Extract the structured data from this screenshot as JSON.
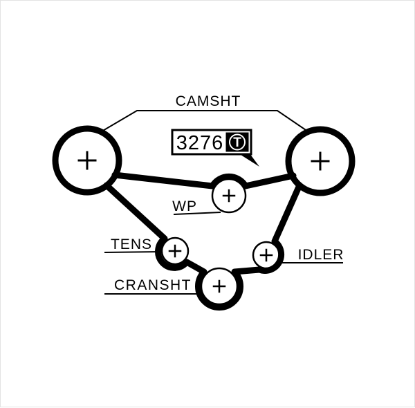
{
  "diagram": {
    "type": "timing-belt-routing",
    "camshaft_label": "CAMSHT",
    "part_badge": {
      "number": "3276",
      "logo_letter": "T"
    },
    "water_pump_label": "WP",
    "tensioner_label": "TENS",
    "idler_label": "IDLER",
    "crankshaft_label": "CRANSHT",
    "colors": {
      "line": "#000000",
      "background": "#ffffff"
    }
  }
}
